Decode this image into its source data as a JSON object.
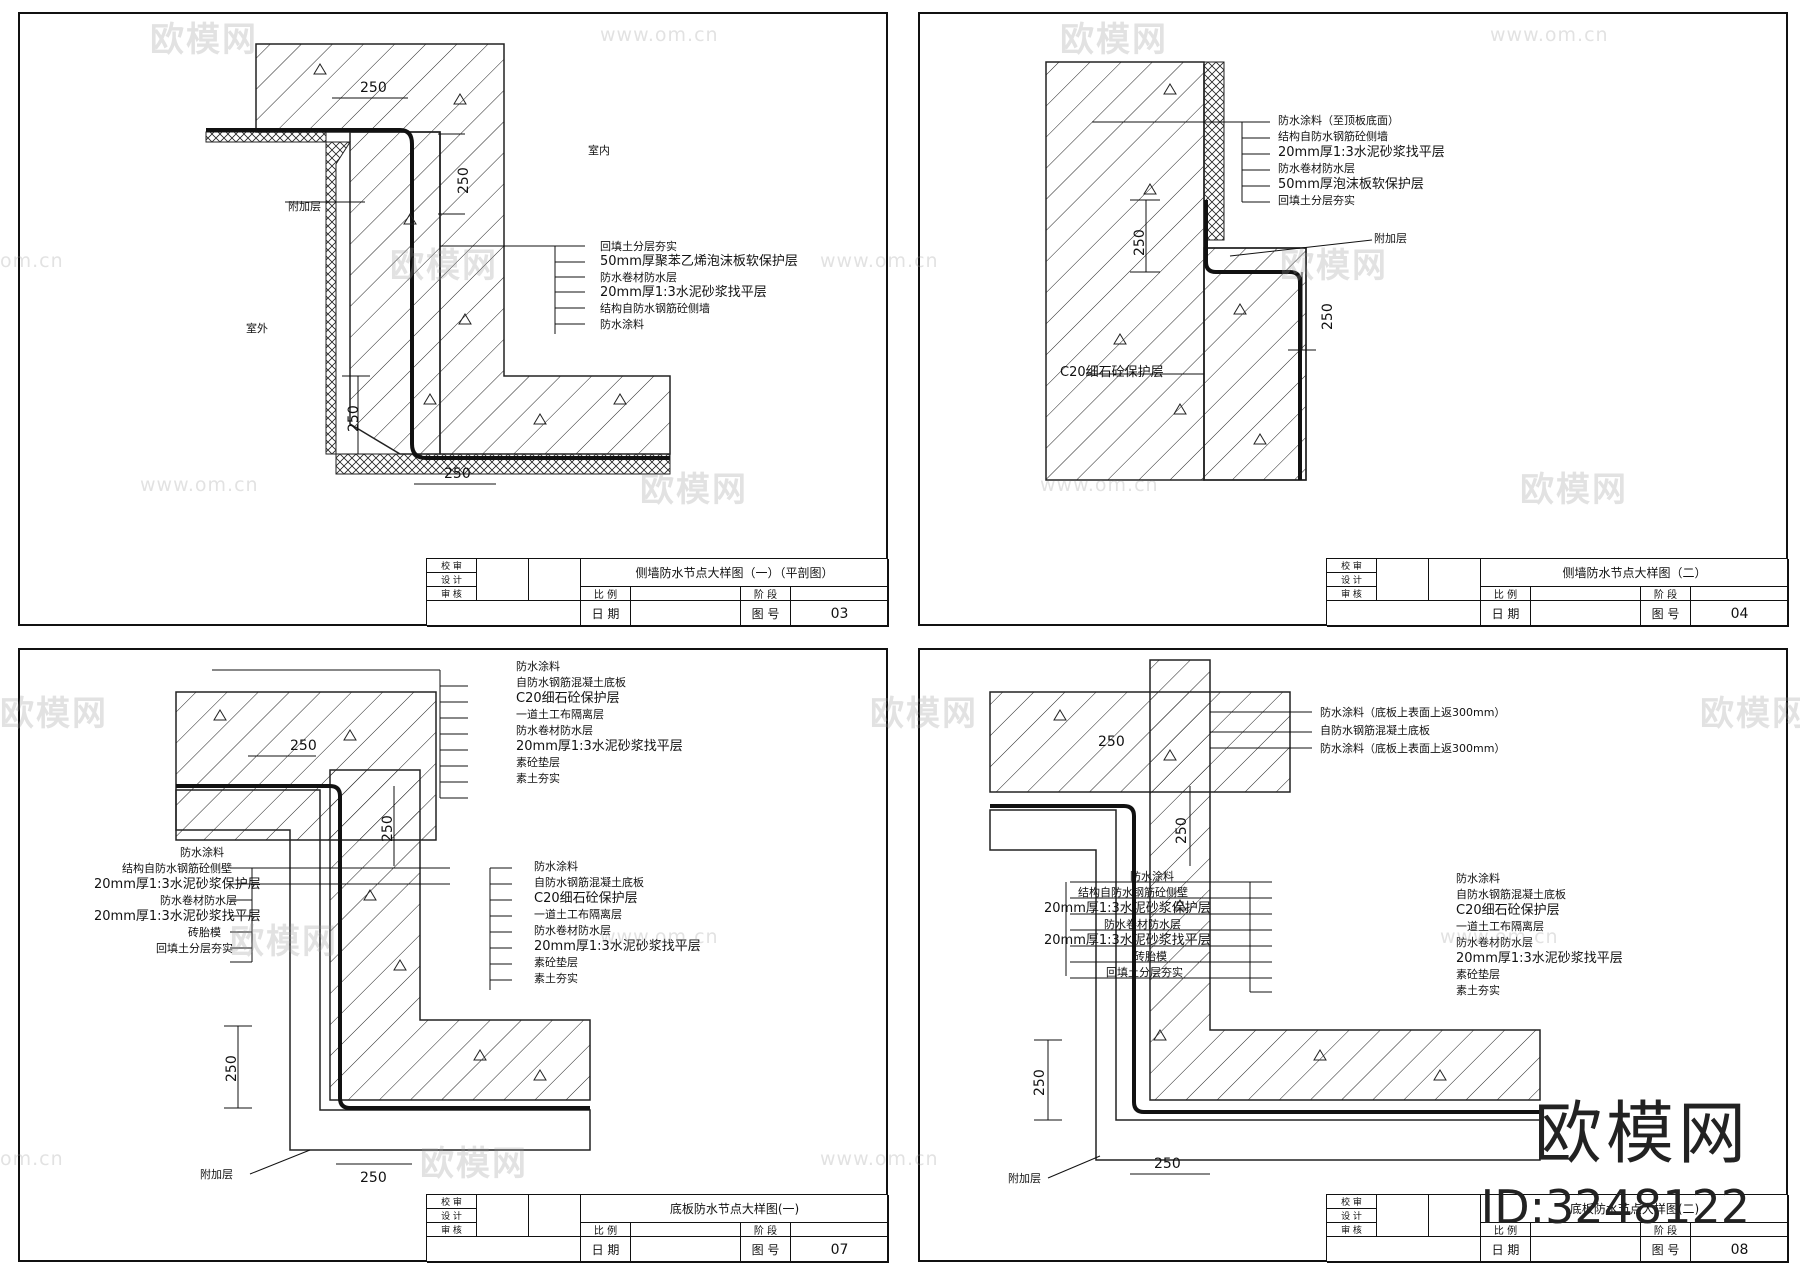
{
  "sheets": [
    {
      "title": "侧墙防水节点大样图（一）（平剖图）",
      "sheet_no": "03",
      "scale_label": "比  例",
      "stage_label": "阶  段",
      "date_label": "日  期",
      "drawing_no_label": "图  号",
      "sign_rows": [
        "校 审",
        "设 计",
        "审 核"
      ],
      "labels": [
        "回填土分层夯实",
        "50mm厚聚苯乙烯泡沫板软保护层",
        "防水卷材防水层",
        "20mm厚1:3水泥砂浆找平层",
        "结构自防水钢筋砼侧墙",
        "防水涂料"
      ],
      "extra_labels": {
        "indoor": "室内",
        "outdoor": "室外",
        "add_layer": "附加层"
      },
      "dims": [
        "250",
        "250",
        "250",
        "250"
      ]
    },
    {
      "title": "侧墙防水节点大样图（二）",
      "sheet_no": "04",
      "scale_label": "比  例",
      "stage_label": "阶  段",
      "date_label": "日  期",
      "drawing_no_label": "图  号",
      "sign_rows": [
        "校 审",
        "设 计",
        "审 核"
      ],
      "labels": [
        "防水涂料（至顶板底面）",
        "结构自防水钢筋砼侧墙",
        "20mm厚1:3水泥砂浆找平层",
        "防水卷材防水层",
        "50mm厚泡沫板软保护层",
        "回填土分层夯实"
      ],
      "extra_labels": {
        "add_layer": "附加层",
        "c20": "C20细石砼保护层"
      },
      "dims": [
        "250",
        "250"
      ]
    },
    {
      "title": "底板防水节点大样图(一)",
      "sheet_no": "07",
      "scale_label": "比  例",
      "stage_label": "阶  段",
      "date_label": "日  期",
      "drawing_no_label": "图  号",
      "sign_rows": [
        "校 审",
        "设 计",
        "审 核"
      ],
      "labels_top": [
        "防水涂料",
        "自防水钢筋混凝土底板",
        "C20细石砼保护层",
        "一道土工布隔离层",
        "防水卷材防水层",
        "20mm厚1:3水泥砂浆找平层",
        "素砼垫层",
        "素土夯实"
      ],
      "labels_left": [
        "防水涂料",
        "结构自防水钢筋砼侧壁",
        "20mm厚1:3水泥砂浆保护层",
        "防水卷材防水层",
        "20mm厚1:3水泥砂浆找平层",
        "砖胎模",
        "回填土分层夯实"
      ],
      "labels_right": [
        "防水涂料",
        "自防水钢筋混凝土底板",
        "C20细石砼保护层",
        "一道土工布隔离层",
        "防水卷材防水层",
        "20mm厚1:3水泥砂浆找平层",
        "素砼垫层",
        "素土夯实"
      ],
      "extra_labels": {
        "add_layer": "附加层"
      },
      "dims": [
        "250",
        "250",
        "250",
        "250"
      ]
    },
    {
      "title": "底板防水节点大样图(二)",
      "sheet_no": "08",
      "scale_label": "比  例",
      "stage_label": "阶  段",
      "date_label": "日  期",
      "drawing_no_label": "图  号",
      "sign_rows": [
        "校 审",
        "设 计",
        "审 核"
      ],
      "labels_top": [
        "防水涂料（底板上表面上返300mm）",
        "自防水钢筋混凝土底板",
        "防水涂料（底板上表面上返300mm）"
      ],
      "labels_left": [
        "防水涂料",
        "结构自防水钢筋砼侧壁",
        "20mm厚1:3水泥砂浆保护层",
        "防水卷材防水层",
        "20mm厚1:3水泥砂浆找平层",
        "砖胎模",
        "回填土分层夯实"
      ],
      "labels_right": [
        "防水涂料",
        "自防水钢筋混凝土底板",
        "C20细石砼保护层",
        "一道土工布隔离层",
        "防水卷材防水层",
        "20mm厚1:3水泥砂浆找平层",
        "素砼垫层",
        "素土夯实"
      ],
      "extra_labels": {
        "add_layer": "附加层"
      },
      "dims": [
        "250",
        "250",
        "250",
        "250"
      ]
    }
  ],
  "watermark": {
    "brand": "欧模网",
    "url": "www.om.cn",
    "url_short": "om.cn"
  },
  "corner": {
    "brand": "欧模网",
    "id": "ID:3248122"
  }
}
